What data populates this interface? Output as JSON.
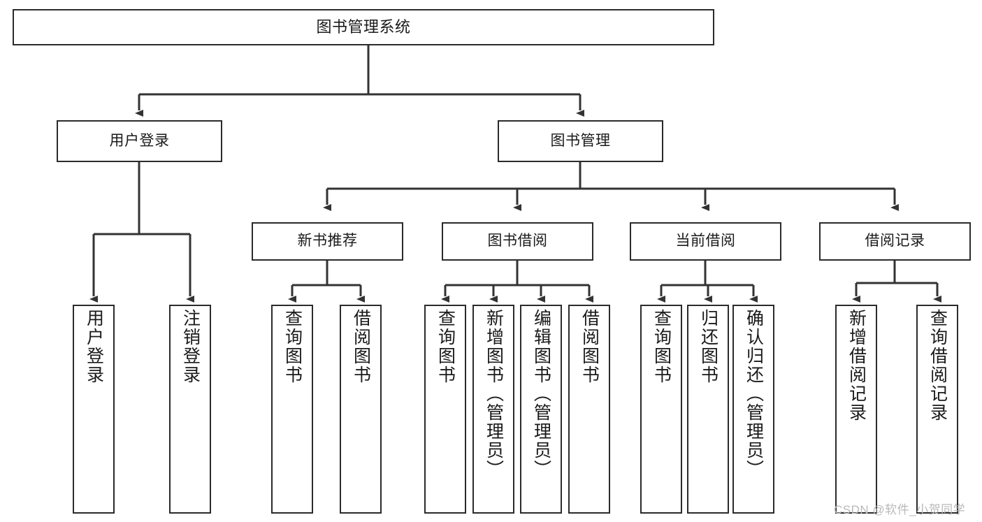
{
  "diagram": {
    "type": "hierarchy-tree",
    "title": "图书管理系统",
    "watermark": "CSDN @软件_小贺同学",
    "colors": {
      "box_border": "#2b2b2b",
      "box_fill": "#ffffff",
      "connector": "#333333",
      "text": "#1a1a1a",
      "watermark": "#b9b9b9"
    },
    "nodes": {
      "root": {
        "label": "图书管理系统",
        "level": 0,
        "orientation": "horizontal"
      },
      "user_login": {
        "label": "用户登录",
        "level": 1,
        "orientation": "horizontal"
      },
      "book_manage": {
        "label": "图书管理",
        "level": 1,
        "orientation": "horizontal"
      },
      "new_book_rec": {
        "label": "新书推荐",
        "level": 2,
        "orientation": "horizontal"
      },
      "book_borrow": {
        "label": "图书借阅",
        "level": 2,
        "orientation": "horizontal"
      },
      "current_borrow": {
        "label": "当前借阅",
        "level": 2,
        "orientation": "horizontal"
      },
      "borrow_record": {
        "label": "借阅记录",
        "level": 2,
        "orientation": "horizontal"
      },
      "leaf_user_login": {
        "label": "用户登录",
        "level": 3,
        "orientation": "vertical"
      },
      "leaf_logout": {
        "label": "注销登录",
        "level": 3,
        "orientation": "vertical"
      },
      "leaf_query_book_a": {
        "label": "查询图书",
        "level": 3,
        "orientation": "vertical"
      },
      "leaf_borrow_book_a": {
        "label": "借阅图书",
        "level": 3,
        "orientation": "vertical"
      },
      "leaf_query_book_b": {
        "label": "查询图书",
        "level": 3,
        "orientation": "vertical"
      },
      "leaf_add_book": {
        "label": "新增图书（管理员）",
        "level": 3,
        "orientation": "vertical"
      },
      "leaf_edit_book": {
        "label": "编辑图书（管理员）",
        "level": 3,
        "orientation": "vertical"
      },
      "leaf_borrow_book_b": {
        "label": "借阅图书",
        "level": 3,
        "orientation": "vertical"
      },
      "leaf_query_book_c": {
        "label": "查询图书",
        "level": 3,
        "orientation": "vertical"
      },
      "leaf_return_book": {
        "label": "归还图书",
        "level": 3,
        "orientation": "vertical"
      },
      "leaf_confirm_return": {
        "label": "确认归还（管理员）",
        "level": 3,
        "orientation": "vertical"
      },
      "leaf_add_record": {
        "label": "新增借阅记录",
        "level": 3,
        "orientation": "vertical"
      },
      "leaf_query_record": {
        "label": "查询借阅记录",
        "level": 3,
        "orientation": "vertical"
      }
    },
    "edges": [
      {
        "from": "root",
        "to": "user_login"
      },
      {
        "from": "root",
        "to": "book_manage"
      },
      {
        "from": "book_manage",
        "to": "new_book_rec"
      },
      {
        "from": "book_manage",
        "to": "book_borrow"
      },
      {
        "from": "book_manage",
        "to": "current_borrow"
      },
      {
        "from": "book_manage",
        "to": "borrow_record"
      },
      {
        "from": "user_login",
        "to": "leaf_user_login"
      },
      {
        "from": "user_login",
        "to": "leaf_logout"
      },
      {
        "from": "new_book_rec",
        "to": "leaf_query_book_a"
      },
      {
        "from": "new_book_rec",
        "to": "leaf_borrow_book_a"
      },
      {
        "from": "book_borrow",
        "to": "leaf_query_book_b"
      },
      {
        "from": "book_borrow",
        "to": "leaf_add_book"
      },
      {
        "from": "book_borrow",
        "to": "leaf_edit_book"
      },
      {
        "from": "book_borrow",
        "to": "leaf_borrow_book_b"
      },
      {
        "from": "current_borrow",
        "to": "leaf_query_book_c"
      },
      {
        "from": "current_borrow",
        "to": "leaf_return_book"
      },
      {
        "from": "current_borrow",
        "to": "leaf_confirm_return"
      },
      {
        "from": "borrow_record",
        "to": "leaf_add_record"
      },
      {
        "from": "borrow_record",
        "to": "leaf_query_record"
      }
    ]
  }
}
